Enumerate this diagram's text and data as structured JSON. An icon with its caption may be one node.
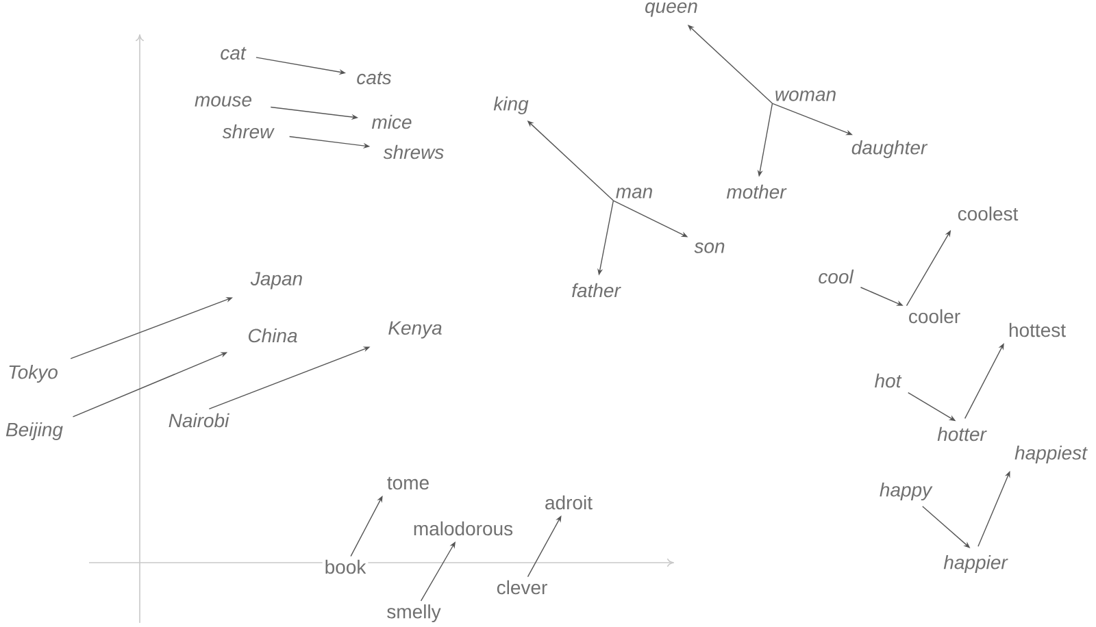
{
  "diagram": {
    "nodes": [
      {
        "text": [
          "cat"
        ]
      },
      {
        "text": [
          "cats"
        ]
      },
      {
        "text": [
          "mouse"
        ]
      },
      {
        "text": [
          "mice"
        ]
      },
      {
        "text": [
          "shrew"
        ]
      },
      {
        "text": [
          "shrews"
        ]
      },
      {
        "text": [
          "queen"
        ]
      },
      {
        "text": [
          "woman"
        ]
      },
      {
        "text": [
          "king"
        ]
      },
      {
        "text": [
          "daughter"
        ]
      },
      {
        "text": [
          "man"
        ]
      },
      {
        "text": [
          "mother"
        ]
      },
      {
        "text": [
          "son"
        ]
      },
      {
        "text": [
          "father"
        ]
      },
      {
        "text": [
          "Japan"
        ]
      },
      {
        "text": [
          "China"
        ]
      },
      {
        "text": [
          "Kenya"
        ]
      },
      {
        "text": [
          "Tokyo"
        ]
      },
      {
        "text": [
          "Beijing"
        ]
      },
      {
        "text": [
          "Nairobi"
        ]
      },
      {
        "text": [
          "coolest"
        ]
      },
      {
        "text": [
          "cool"
        ]
      },
      {
        "text": [
          "cooler"
        ]
      },
      {
        "text": [
          "hottest"
        ]
      },
      {
        "text": [
          "hot"
        ]
      },
      {
        "text": [
          "hotter"
        ]
      },
      {
        "text": [
          "happiest"
        ]
      },
      {
        "text": [
          "happy"
        ]
      },
      {
        "text": [
          "happier"
        ]
      },
      {
        "text": [
          "tome"
        ]
      },
      {
        "text": [
          "malodorous"
        ]
      },
      {
        "text": [
          "adroit"
        ]
      },
      {
        "text": [
          "book"
        ]
      },
      {
        "text": [
          "clever"
        ]
      },
      {
        "text": [
          "smelly"
        ]
      }
    ],
    "edges": [
      {
        "from": 0,
        "to": 1,
        "arrow": "to"
      },
      {
        "from": 2,
        "to": 3,
        "arrow": "to"
      },
      {
        "from": 4,
        "to": 5,
        "arrow": "to"
      },
      {
        "from": 7,
        "to": 6,
        "arrow": "to"
      },
      {
        "from": 7,
        "to": 11,
        "arrow": "to"
      },
      {
        "from": 7,
        "to": 9,
        "arrow": "to"
      },
      {
        "from": 10,
        "to": 8,
        "arrow": "to"
      },
      {
        "from": 10,
        "to": 13,
        "arrow": "to"
      },
      {
        "from": 10,
        "to": 12,
        "arrow": "to"
      },
      {
        "from": 17,
        "to": 14,
        "arrow": "to"
      },
      {
        "from": 18,
        "to": 15,
        "arrow": "to"
      },
      {
        "from": 19,
        "to": 16,
        "arrow": "to"
      },
      {
        "from": 21,
        "to": 22,
        "arrow": "to"
      },
      {
        "from": 22,
        "to": 20,
        "arrow": "to"
      },
      {
        "from": 24,
        "to": 25,
        "arrow": "to"
      },
      {
        "from": 25,
        "to": 23,
        "arrow": "to"
      },
      {
        "from": 27,
        "to": 28,
        "arrow": "to"
      },
      {
        "from": 28,
        "to": 26,
        "arrow": "to"
      },
      {
        "from": 32,
        "to": 29,
        "arrow": "to"
      },
      {
        "from": 34,
        "to": 30,
        "arrow": "to"
      },
      {
        "from": 33,
        "to": 31,
        "arrow": "to"
      }
    ]
  }
}
